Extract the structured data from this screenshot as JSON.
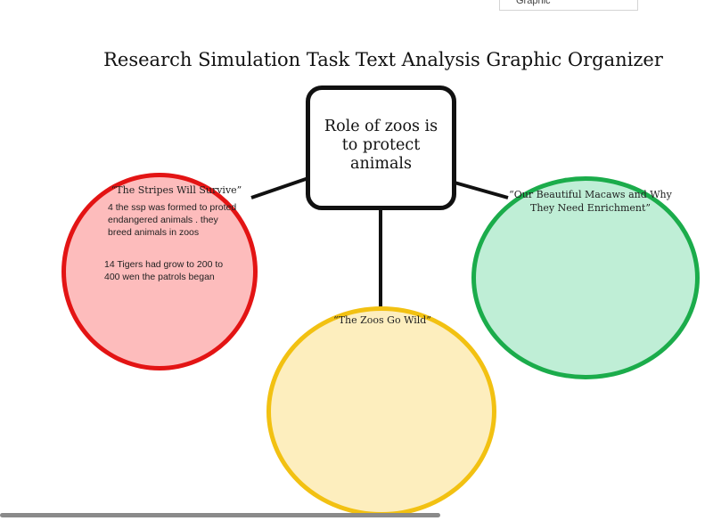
{
  "top_tab": {
    "label": "Graphic"
  },
  "title": "Research Simulation Task Text Analysis Graphic Organizer",
  "center": {
    "lines": [
      "Role of zoos is",
      "to protect",
      "animals"
    ]
  },
  "circles": {
    "red": {
      "label": "“The Stripes Will Survive”",
      "notes": [
        {
          "lines": [
            "4 the ssp was formed to proted",
            "endangered animals . they",
            "breed animals in zoos"
          ]
        },
        {
          "lines": [
            "14 Tigers had grow to 200 to",
            "400 wen the patrols began"
          ]
        }
      ]
    },
    "green": {
      "label_lines": [
        "“Our Beautiful Macaws and Why",
        "They Need Enrichment”"
      ]
    },
    "yellow": {
      "label": "“The Zoos Go Wild”"
    }
  },
  "colors": {
    "red": "#e31414",
    "green": "#1bac4b",
    "yellow": "#f2c112",
    "box": "#111111"
  }
}
